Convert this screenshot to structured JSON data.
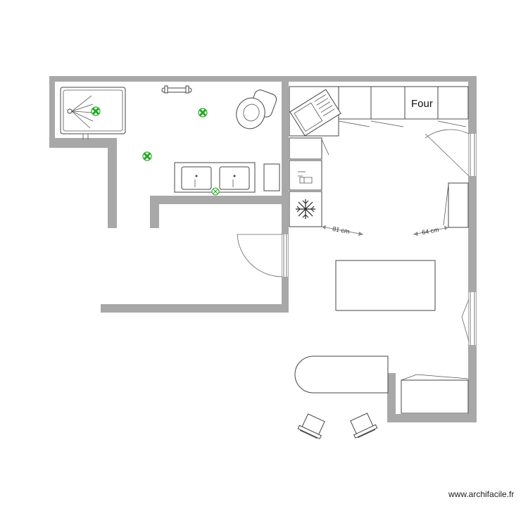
{
  "plan": {
    "appliance_label": "Four",
    "dimensions": [
      {
        "id": "dim-81",
        "text": "81 cm"
      },
      {
        "id": "dim-64",
        "text": "64 cm"
      }
    ],
    "watermark": "www.archifacile.fr"
  },
  "colors": {
    "wall": "#a8a8a8",
    "light_fixture": "#22aa22",
    "window": "#cfe8cf"
  }
}
